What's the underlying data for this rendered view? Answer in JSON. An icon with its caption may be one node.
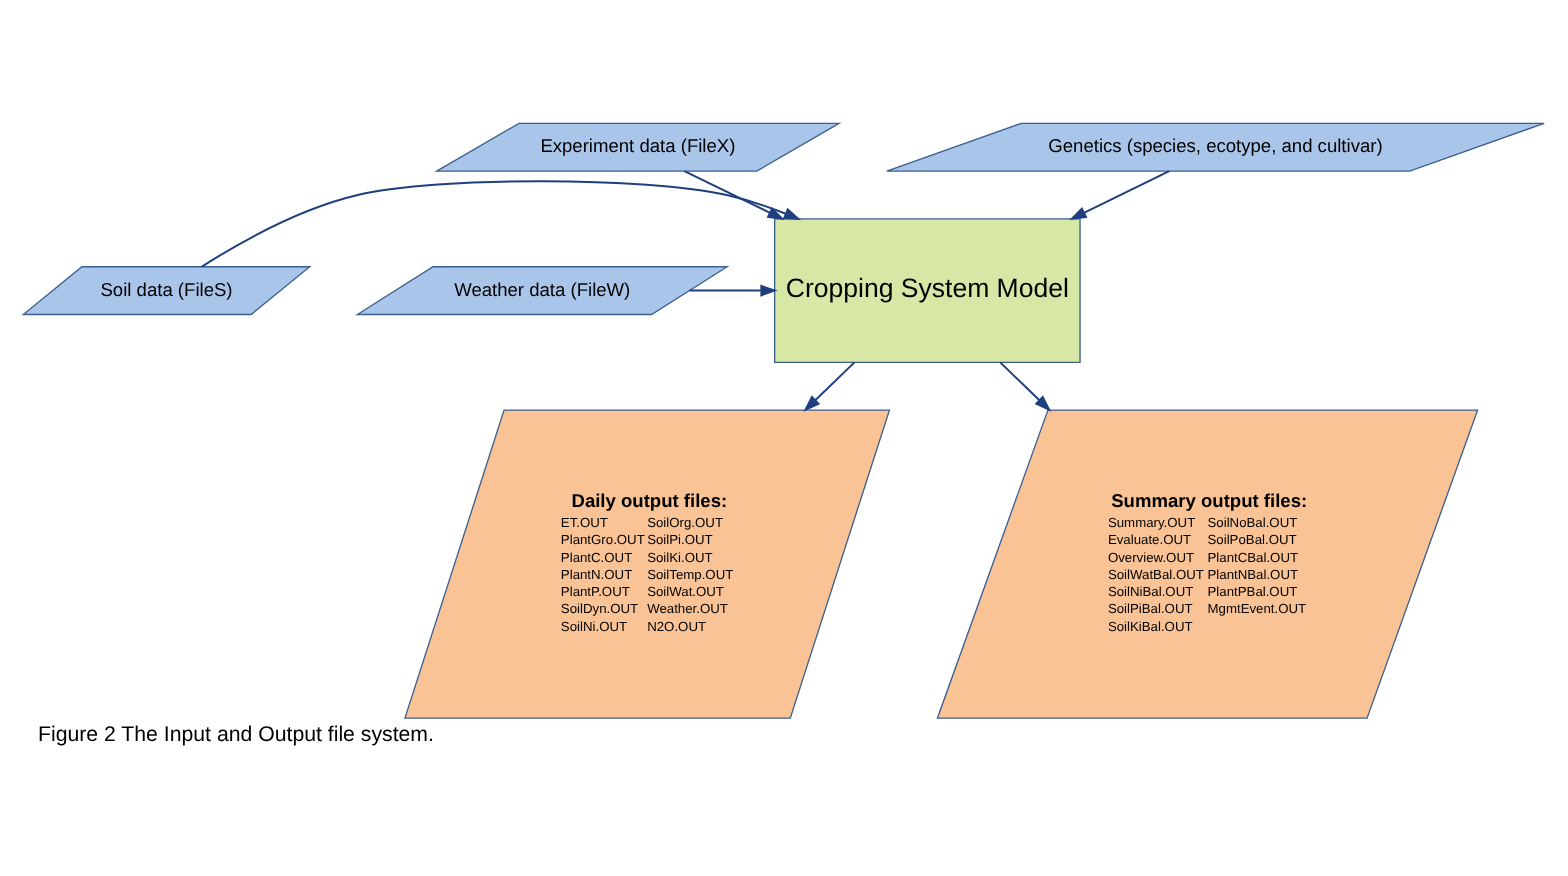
{
  "diagram": {
    "caption": "Figure 2 The Input and Output file system.",
    "nodes": [
      {
        "text": [
          "Experiment data (FileX)"
        ]
      },
      {
        "text": [
          "Genetics (species, ecotype, and cultivar)"
        ]
      },
      {
        "text": [
          "Soil data (FileS)"
        ]
      },
      {
        "text": [
          "Cropping System Model"
        ]
      },
      {
        "text": [
          "Weather data (FileW)"
        ]
      },
      {
        "text": [
          "Daily output files:",
          "ET.OUT",
          "PlantGro.OUT",
          "PlantC.OUT",
          "PlantN.OUT",
          "PlantP.OUT",
          "SoilDyn.OUT",
          "SoilNi.OUT",
          "SoilOrg.OUT",
          "SoilPi.OUT",
          "SoilKi.OUT",
          "SoilTemp.OUT",
          "SoilWat.OUT",
          "Weather.OUT",
          "N2O.OUT"
        ]
      },
      {
        "text": [
          "Summary output files:",
          "Summary.OUT",
          "Evaluate.OUT",
          "Overview.OUT",
          "SoilWatBal.OUT",
          "SoilNiBal.OUT",
          "SoilPiBal.OUT",
          "SoilKiBal.OUT",
          "SoilNoBal.OUT",
          "SoilPoBal.OUT",
          "PlantCBal.OUT",
          "PlantNBal.OUT",
          "PlantPBal.OUT",
          "MgmtEvent.OUT"
        ]
      }
    ],
    "edges": [
      {
        "from": 0,
        "to": 3,
        "arrow": "to"
      },
      {
        "from": 1,
        "to": 3,
        "arrow": "to"
      },
      {
        "from": 2,
        "to": 3,
        "arrow": "to"
      },
      {
        "from": 4,
        "to": 3,
        "arrow": "to"
      },
      {
        "from": 3,
        "to": 5,
        "arrow": "to"
      },
      {
        "from": 3,
        "to": 6,
        "arrow": "to"
      }
    ]
  }
}
